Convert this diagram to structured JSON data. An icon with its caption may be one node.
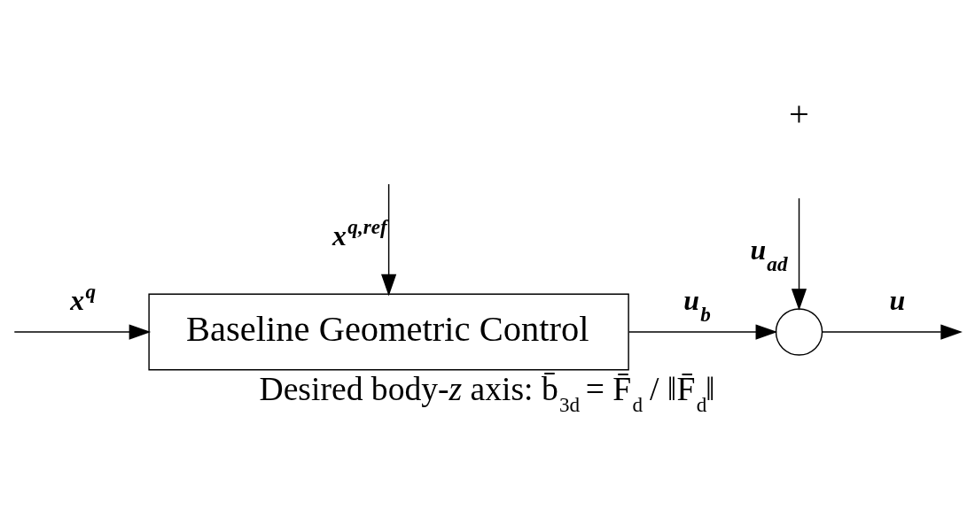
{
  "diagram": {
    "caption": "Desired body-*z* axis: b̄$_{3d}$ = F̄$_{d}$ / ‖F̄$_{d}$‖",
    "nodes": [
      {
        "text": [
          "Baseline Geometric Control"
        ]
      },
      {
        "text": [],
        "shape": "circle"
      }
    ],
    "edges": [
      {
        "from": null,
        "to": 0,
        "arrow": "to",
        "label": "x$^{q}$"
      },
      {
        "from": null,
        "to": 0,
        "arrow": "to",
        "label": "x$^{q,ref}$"
      },
      {
        "from": 0,
        "to": 1,
        "arrow": "to",
        "label": "u$_{b}$"
      },
      {
        "from": 1,
        "to": null,
        "arrow": "to",
        "label": "u"
      },
      {
        "from": null,
        "to": 1,
        "arrow": "to",
        "label": "u$_{ad}$"
      }
    ],
    "labels": [
      "+"
    ]
  }
}
